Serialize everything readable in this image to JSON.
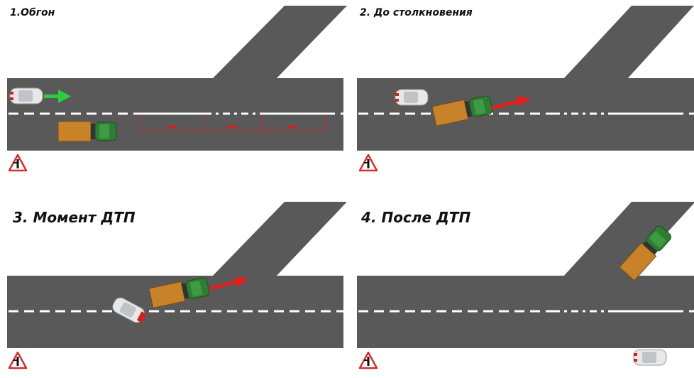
{
  "panels": [
    {
      "title": "1.Обгон"
    },
    {
      "title": "2. До столкновения"
    },
    {
      "title": "3. Момент ДТП"
    },
    {
      "title": "4. После ДТП"
    }
  ],
  "colors": {
    "road": "#595959",
    "marking": "#ffffff",
    "truck_cabin": "#2e7d32",
    "truck_body": "#c8822a",
    "green_arrow": "#2ecc40",
    "red_arrow": "#e02020",
    "dimension": "#cc2222",
    "warning_border": "#d32f2f"
  },
  "icons": [
    "warning-sign-icon",
    "car-icon",
    "truck-icon",
    "direction-arrow-icon"
  ]
}
